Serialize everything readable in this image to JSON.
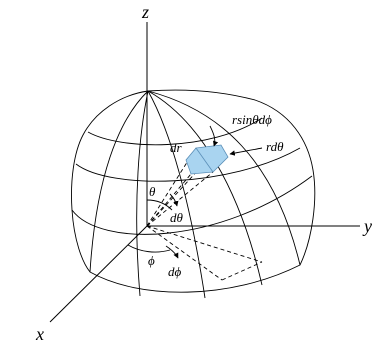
{
  "labels": {
    "z_axis": "z",
    "y_axis": "y",
    "x_axis": "x",
    "r_sin_theta_dphi": "rsinθdϕ",
    "dr": "dr",
    "r_dtheta": "rdθ",
    "theta": "θ",
    "d_theta": "dθ",
    "phi": "ϕ",
    "d_phi": "dϕ"
  },
  "colors": {
    "volume_element_fill": "#a9d4f0",
    "volume_element_edge": "#5b8fb8",
    "line": "#000000"
  }
}
